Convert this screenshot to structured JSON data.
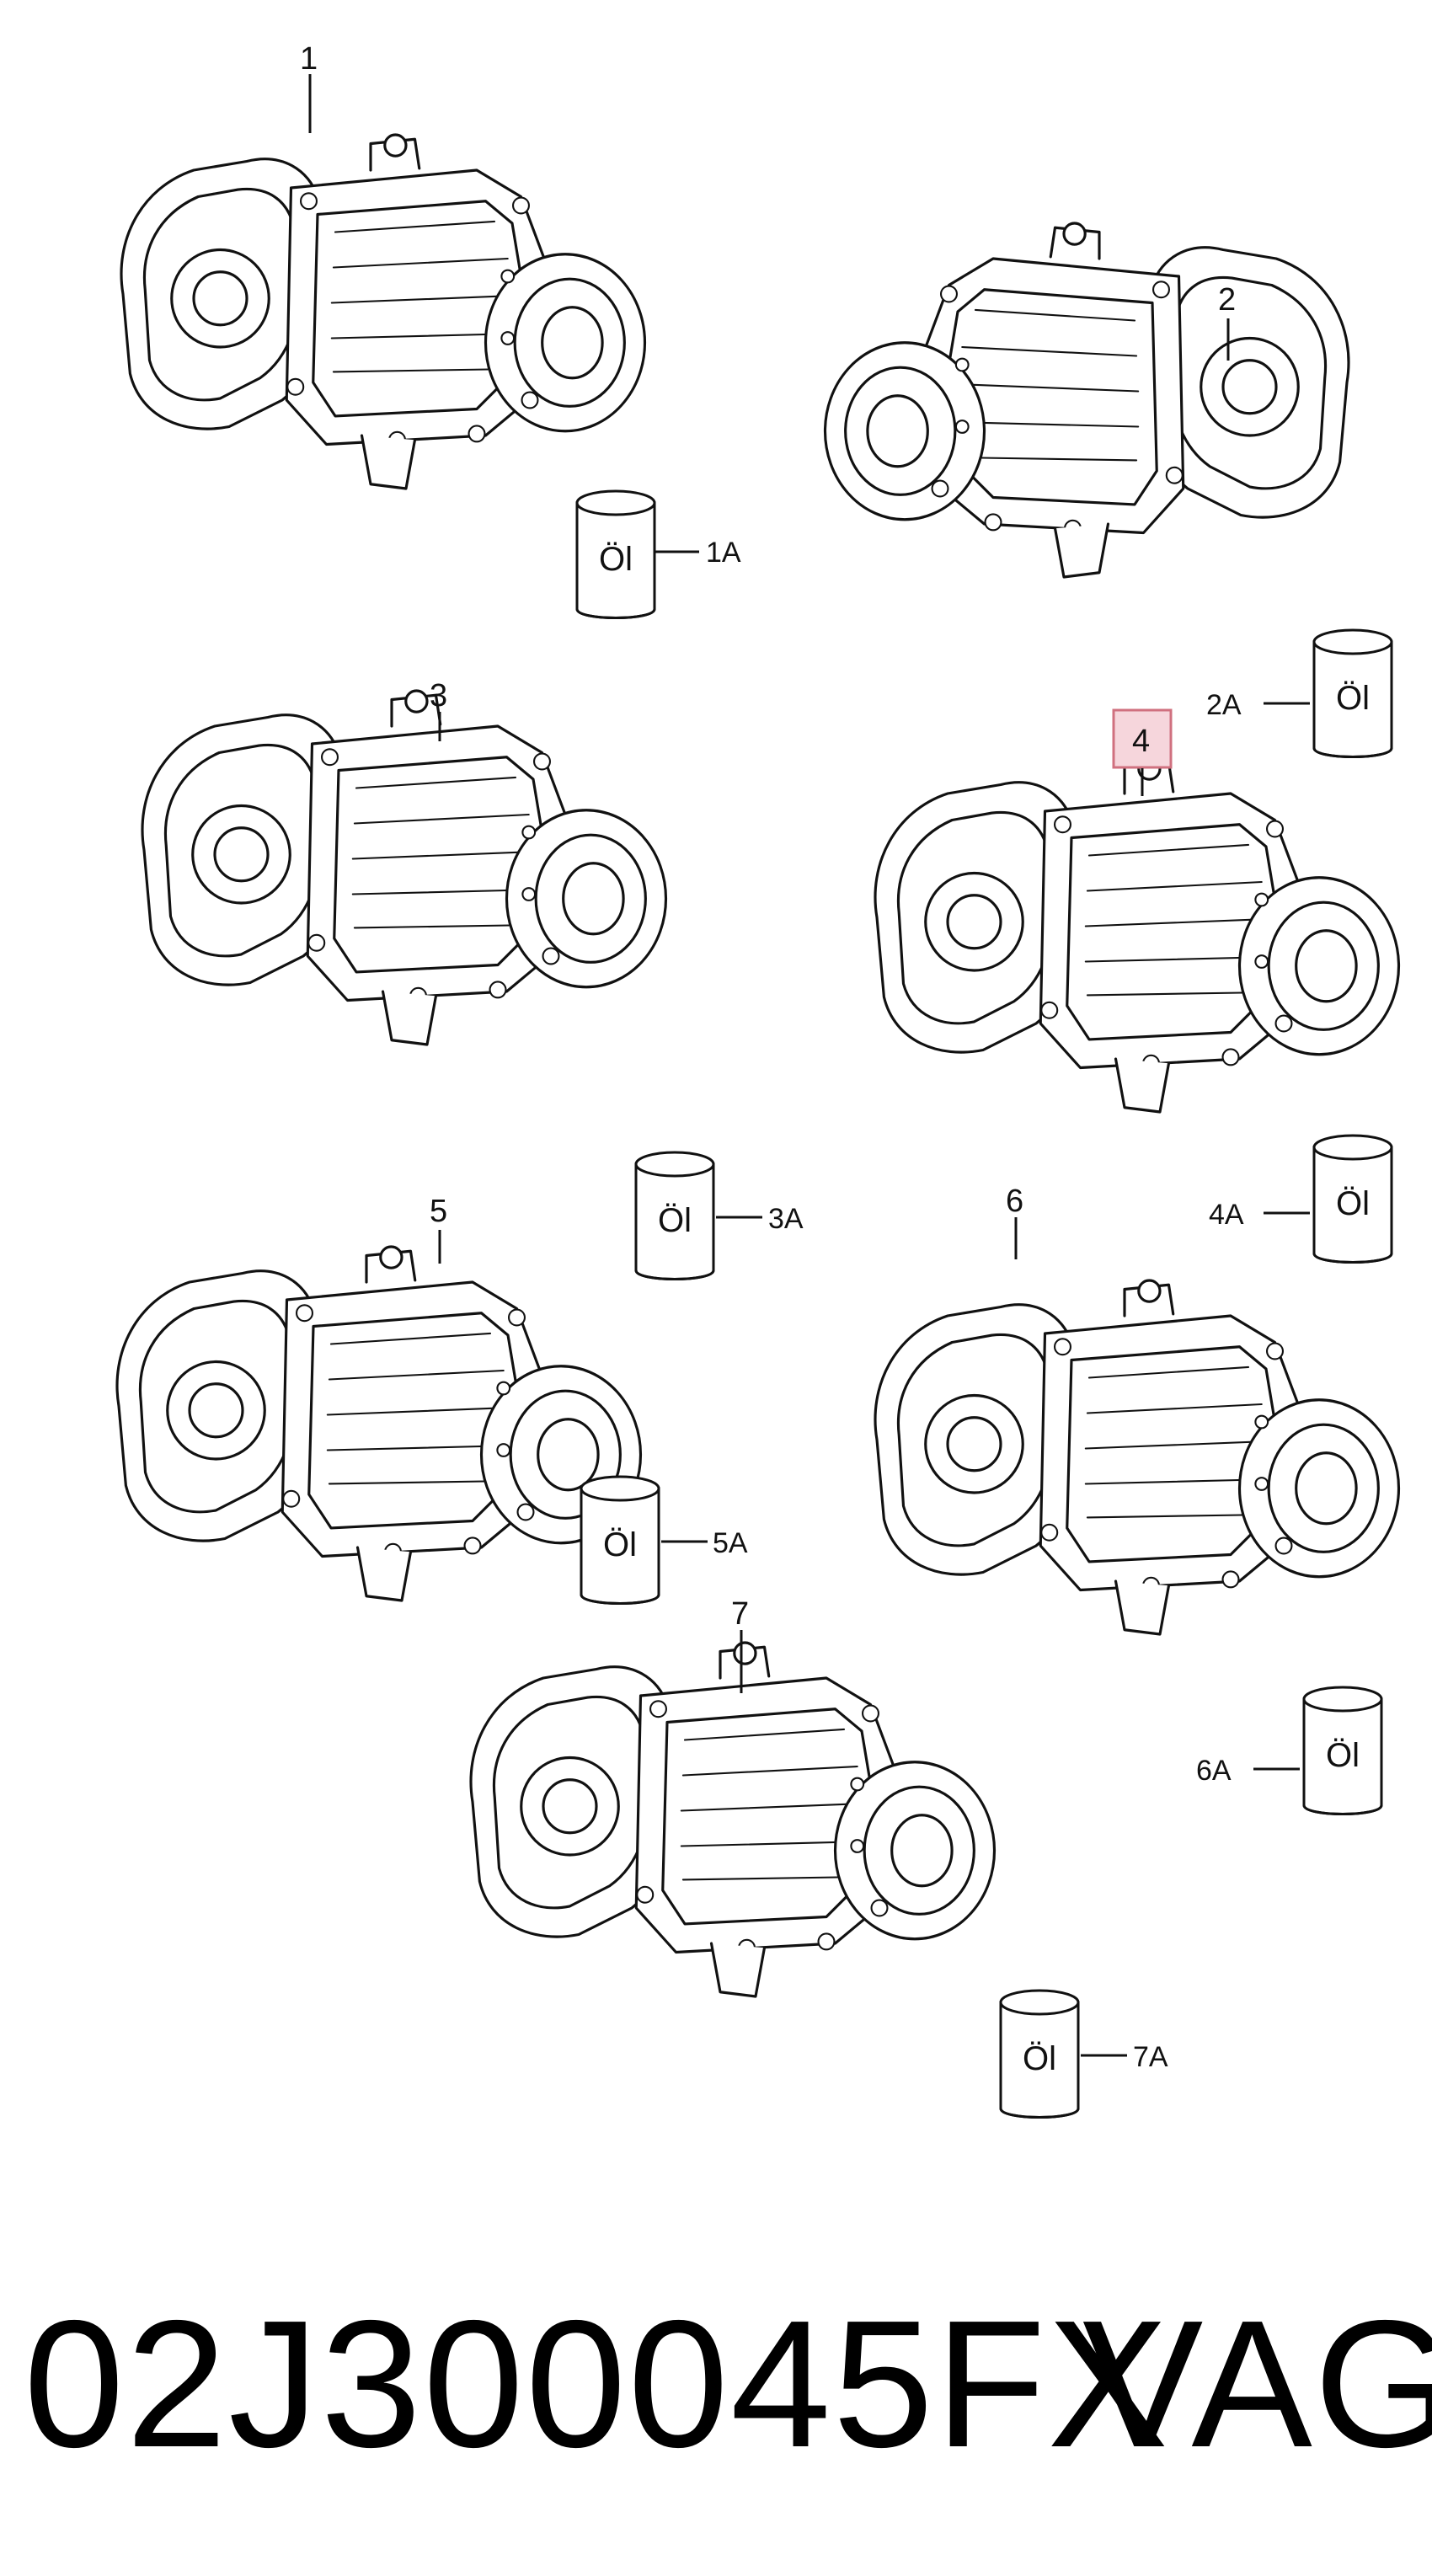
{
  "diagram": {
    "items": [
      {
        "label": "1",
        "oil_label": "1A"
      },
      {
        "label": "2",
        "oil_label": "2A"
      },
      {
        "label": "3",
        "oil_label": "3A"
      },
      {
        "label": "4",
        "oil_label": "4A",
        "highlighted": true
      },
      {
        "label": "5",
        "oil_label": "5A"
      },
      {
        "label": "6",
        "oil_label": "6A"
      },
      {
        "label": "7",
        "oil_label": "7A"
      }
    ],
    "oil_can_text": "Öl",
    "highlight_color": "#f6d6dc",
    "highlight_border": "#d0707f",
    "line_color": "#111111"
  },
  "footer": {
    "part_number": "02J300045FX",
    "brand": "VAG"
  }
}
